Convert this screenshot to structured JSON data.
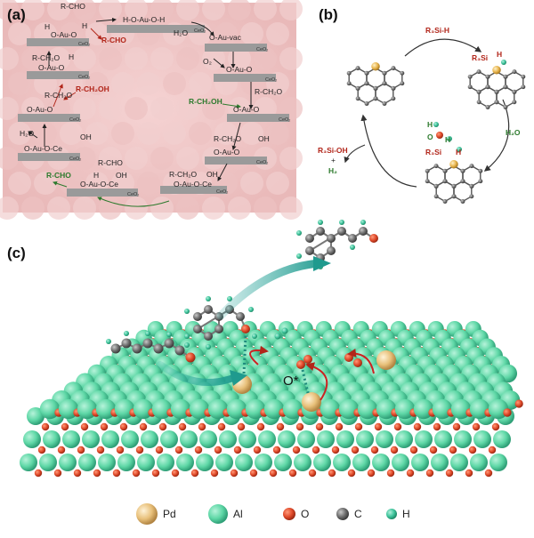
{
  "panels": {
    "a": {
      "label": "(a)",
      "species": [
        {
          "key": "s1",
          "text": "R-CHO"
        },
        {
          "key": "s2",
          "text": "H"
        },
        {
          "key": "s3",
          "text": "O-Au-O"
        },
        {
          "key": "s4",
          "text": "H"
        },
        {
          "key": "s5",
          "text": "R-CHO"
        },
        {
          "key": "s6",
          "text": "H-O-Au-O-H"
        },
        {
          "key": "s7",
          "text": "H₂O"
        },
        {
          "key": "s8",
          "text": "O-Au-vac"
        },
        {
          "key": "s9",
          "text": "R-CH₂O"
        },
        {
          "key": "s10",
          "text": "H"
        },
        {
          "key": "s11",
          "text": "O-Au-O"
        },
        {
          "key": "s12",
          "text": "O₂"
        },
        {
          "key": "s13",
          "text": "O-Au-O"
        },
        {
          "key": "s14",
          "text": "R-CH₂O"
        },
        {
          "key": "s15",
          "text": "O-Au-O"
        },
        {
          "key": "s16",
          "text": "R-CH₂OH"
        },
        {
          "key": "s17",
          "text": "R-CH₂OH"
        },
        {
          "key": "s18",
          "text": "O-Au-O"
        },
        {
          "key": "s19",
          "text": "R-CH₂O"
        },
        {
          "key": "s20",
          "text": "O-Au-O"
        },
        {
          "key": "s21",
          "text": "O-Au-O"
        },
        {
          "key": "s22",
          "text": "H₂O"
        },
        {
          "key": "s23",
          "text": "OH"
        },
        {
          "key": "s24",
          "text": "O-Au-O-Ce"
        },
        {
          "key": "s25",
          "text": "R-CH₂O"
        },
        {
          "key": "s26",
          "text": "OH"
        },
        {
          "key": "s27",
          "text": "O-Au-O"
        },
        {
          "key": "s28",
          "text": "R-CHO"
        },
        {
          "key": "s29",
          "text": "R-CHO"
        },
        {
          "key": "s30",
          "text": "H"
        },
        {
          "key": "s31",
          "text": "OH"
        },
        {
          "key": "s32",
          "text": "O-Au-O-Ce"
        },
        {
          "key": "s33",
          "text": "R-CH₂O"
        },
        {
          "key": "s34",
          "text": "OH"
        },
        {
          "key": "s35",
          "text": "O-Au-O-Ce"
        }
      ],
      "support_label": "CeO₂",
      "colors": {
        "product": "#b2261a",
        "reactant": "#2d7a2d",
        "slab": "#9a9a9a"
      }
    },
    "b": {
      "label": "(b)",
      "reactant_silane": "R₃Si-H",
      "water": "H₂O",
      "si_label_1": "R₃Si",
      "h_label_1": "H",
      "si_label_2": "R₃Si",
      "h_label_2": "H",
      "h_label_3": "H",
      "h_label_4": "H",
      "o_label": "O",
      "product_silanol": "R₃Si-OH",
      "plus": "+",
      "product_h2": "H₂"
    },
    "c": {
      "label": "(c)",
      "active_oxygen": "O*",
      "legend": [
        {
          "key": "pd",
          "label": "Pd",
          "color": "#e8c07a"
        },
        {
          "key": "al",
          "label": "Al",
          "color": "#5ed7a6"
        },
        {
          "key": "o",
          "label": "O",
          "color": "#e04a2a"
        },
        {
          "key": "c",
          "label": "C",
          "color": "#6e6e6e"
        },
        {
          "key": "h",
          "label": "H",
          "color": "#3fc49c"
        }
      ]
    }
  }
}
